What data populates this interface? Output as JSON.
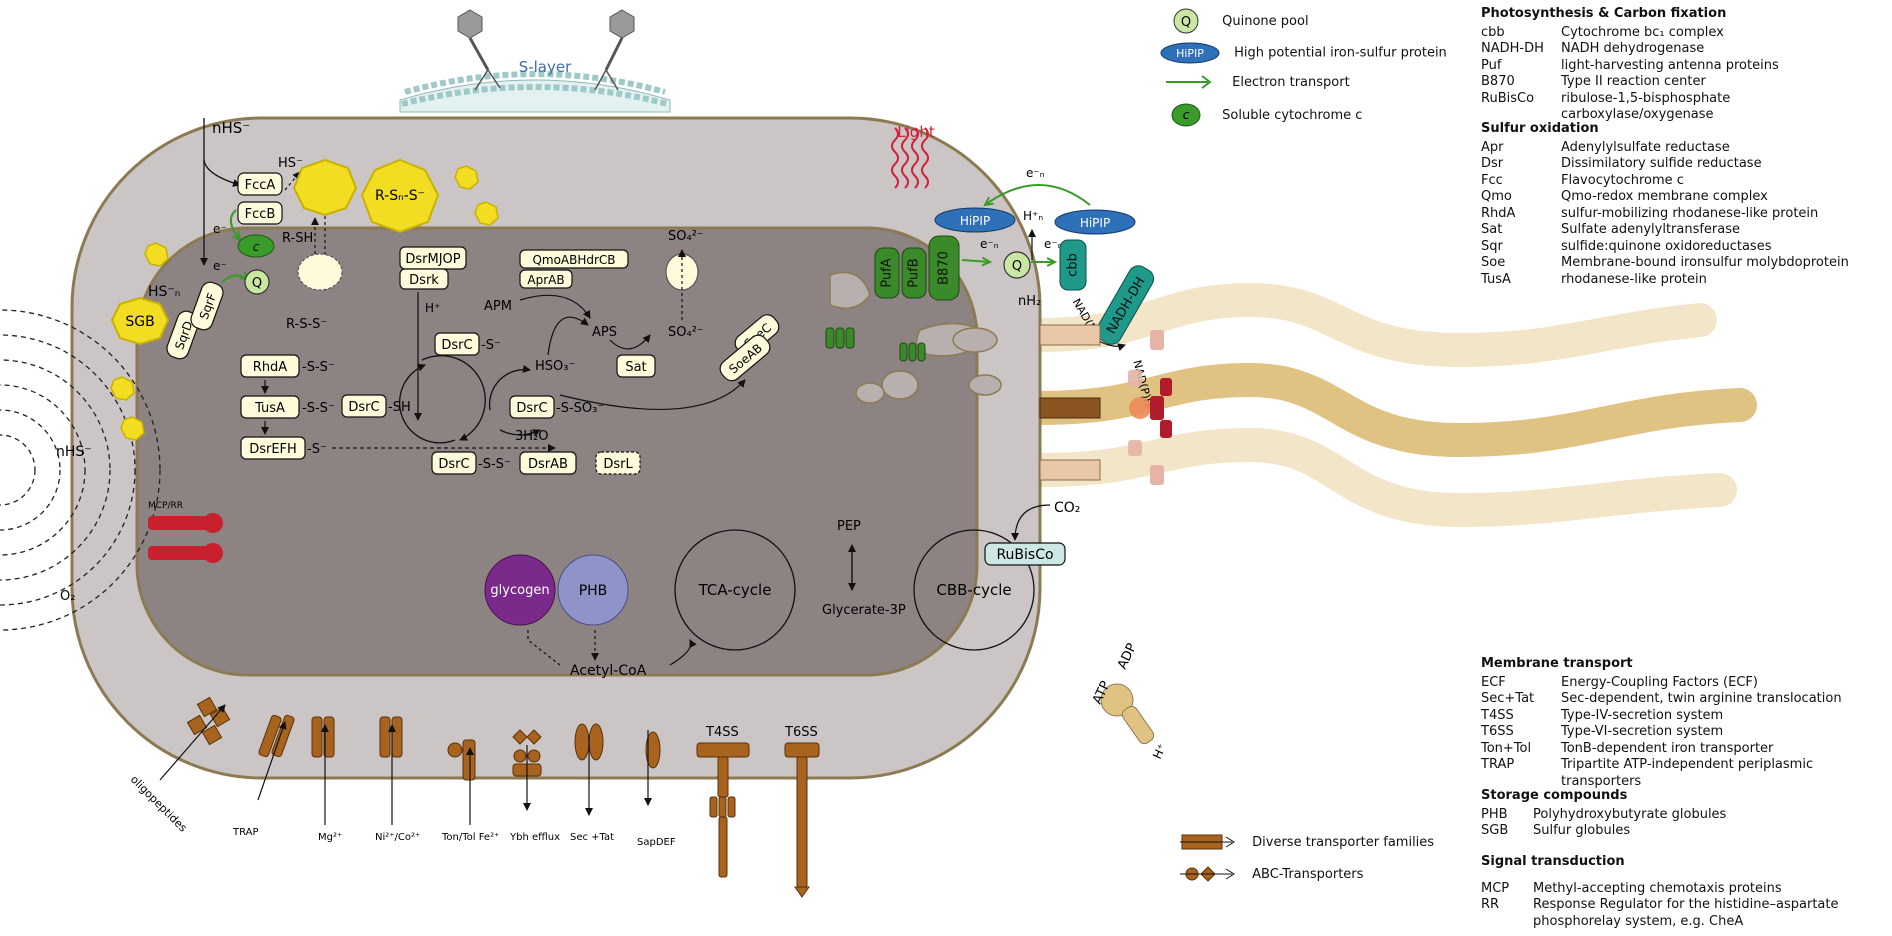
{
  "labels": {
    "s_layer": "S-layer",
    "light": "Light",
    "nhs_top": "nHS⁻",
    "nhs_left": "nHS⁻",
    "o2": "O₂",
    "mcp_rr": "MCP/RR",
    "hs_minus": "HS⁻",
    "hs_n": "HS⁻ₙ",
    "e_minus": "e⁻",
    "e_n": "e⁻ₙ",
    "r_sh": "R-SH",
    "r_s_s": "R-S-S⁻",
    "r_sn_s": "R-Sₙ-S⁻",
    "sulfate_top": "SO₄²⁻",
    "sulfate_mid": "SO₄²⁻",
    "apm": "APM",
    "aps": "APS",
    "hso3": "HSO₃⁻",
    "h_plus": "H⁺",
    "h_plus_n": "H⁺ₙ",
    "three_h2o": "3H₂O",
    "s_s": "-S-S⁻",
    "s_minus": "-S⁻",
    "sh": "-SH",
    "s_so3": "-S-SO₃⁻",
    "n_h2": "nH₂",
    "nadp": "NAD(P)⁺",
    "nadph": "NAD(P)H",
    "co2": "CO₂",
    "pep": "PEP",
    "glycerate": "Glycerate-3P",
    "acetyl_coa": "Acetyl-CoA",
    "tca": "TCA-cycle",
    "cbb": "CBB-cycle",
    "glycogen": "glycogen",
    "phb": "PHB",
    "atp": "ATP",
    "adp": "ADP",
    "oligopeptides": "oligopeptides",
    "trap": "TRAP",
    "mg": "Mg²⁺",
    "ni_co": "Ni²⁺/Co²⁺",
    "ton_tol": "Ton/Tol Fe²⁺",
    "ybh": "Ybh efflux",
    "sec_tat": "Sec +Tat",
    "sapdef": "SapDEF",
    "t4ss": "T4SS",
    "t6ss": "T6SS"
  },
  "boxes": {
    "fcca": "FccA",
    "fccb": "FccB",
    "c": "c",
    "q": "Q",
    "sgb": "SGB",
    "sqrd": "SqrD",
    "sqrf": "SqrF",
    "rhda": "RhdA",
    "tusa": "TusA",
    "dsrefh": "DsrEFH",
    "dsrc": "DsrC",
    "dsrmjop": "DsrMJOP",
    "dsrk": "Dsrk",
    "dsrab": "DsrAB",
    "dsrl": "DsrL",
    "qmo": "QmoABHdrCB",
    "aprab": "AprAB",
    "sat": "Sat",
    "soec": "SoeC",
    "soeab": "SoeAB",
    "hipip": "HiPIP",
    "pufa": "PufA",
    "pufb": "PufB",
    "b870": "B870",
    "cbb_box": "cbb",
    "nadh_dh": "NADH-DH",
    "rubisco": "RuBisCo"
  },
  "symbol_legend": [
    {
      "icon": "quinone",
      "glyph": "Q",
      "text": "Quinone pool"
    },
    {
      "icon": "hipip",
      "glyph": "HiPIP",
      "text": "High potential iron-sulfur protein"
    },
    {
      "icon": "arrow",
      "glyph": "",
      "text": "Electron transport"
    },
    {
      "icon": "cytochrome",
      "glyph": "c",
      "text": "Soluble cytochrome c"
    }
  ],
  "transporter_legend": [
    {
      "icon": "transporter",
      "text": "Diverse transporter families"
    },
    {
      "icon": "abc",
      "text": "ABC-Transporters"
    }
  ],
  "legend": {
    "sections": [
      {
        "title": "Photosynthesis & Carbon fixation",
        "items": [
          {
            "abbr": "cbb",
            "full": "Cytochrome bc₁ complex"
          },
          {
            "abbr": "NADH-DH",
            "full": "NADH dehydrogenase"
          },
          {
            "abbr": "Puf",
            "full": "light-harvesting antenna proteins"
          },
          {
            "abbr": "B870",
            "full": "Type II reaction center"
          },
          {
            "abbr": "RuBisCo",
            "full": "ribulose-1,5-bisphosphate carboxylase/oxygenase"
          }
        ]
      },
      {
        "title": "Sulfur oxidation",
        "items": [
          {
            "abbr": "Apr",
            "full": "Adenylylsulfate reductase"
          },
          {
            "abbr": "Dsr",
            "full": "Dissimilatory sulfide reductase"
          },
          {
            "abbr": "Fcc",
            "full": "Flavocytochrome c"
          },
          {
            "abbr": "Qmo",
            "full": "Qmo-redox membrane complex"
          },
          {
            "abbr": "RhdA",
            "full": "sulfur-mobilizing rhodanese-like protein"
          },
          {
            "abbr": "Sat",
            "full": "Sulfate adenylyltransferase"
          },
          {
            "abbr": "Sqr",
            "full": "sulfide:quinone oxidoreductases"
          },
          {
            "abbr": "Soe",
            "full": "Membrane-bound ironsulfur molybdoprotein"
          },
          {
            "abbr": "TusA",
            "full": "rhodanese-like protein"
          }
        ]
      },
      {
        "title": "Membrane transport",
        "items": [
          {
            "abbr": "ECF",
            "full": "Energy-Coupling Factors (ECF)"
          },
          {
            "abbr": "Sec+Tat",
            "full": "Sec-dependent, twin arginine translocation"
          },
          {
            "abbr": "T4SS",
            "full": "Type-IV-secretion system"
          },
          {
            "abbr": "T6SS",
            "full": "Type-VI-secretion system"
          },
          {
            "abbr": "Ton+Tol",
            "full": "TonB-dependent iron transporter"
          },
          {
            "abbr": "TRAP",
            "full": "Tripartite ATP-independent periplasmic transporters"
          }
        ]
      },
      {
        "title": "Storage compounds",
        "items": [
          {
            "abbr": "PHB",
            "full": "Polyhydroxybutyrate globules"
          },
          {
            "abbr": "SGB",
            "full": "Sulfur globules"
          }
        ]
      },
      {
        "title": "Signal transduction",
        "items": [
          {
            "abbr": "MCP",
            "full": "Methyl-accepting chemotaxis proteins"
          },
          {
            "abbr": "RR",
            "full": "Response Regulator for the histidine–aspartate phosphorelay system, e.g. CheA"
          }
        ]
      }
    ]
  }
}
